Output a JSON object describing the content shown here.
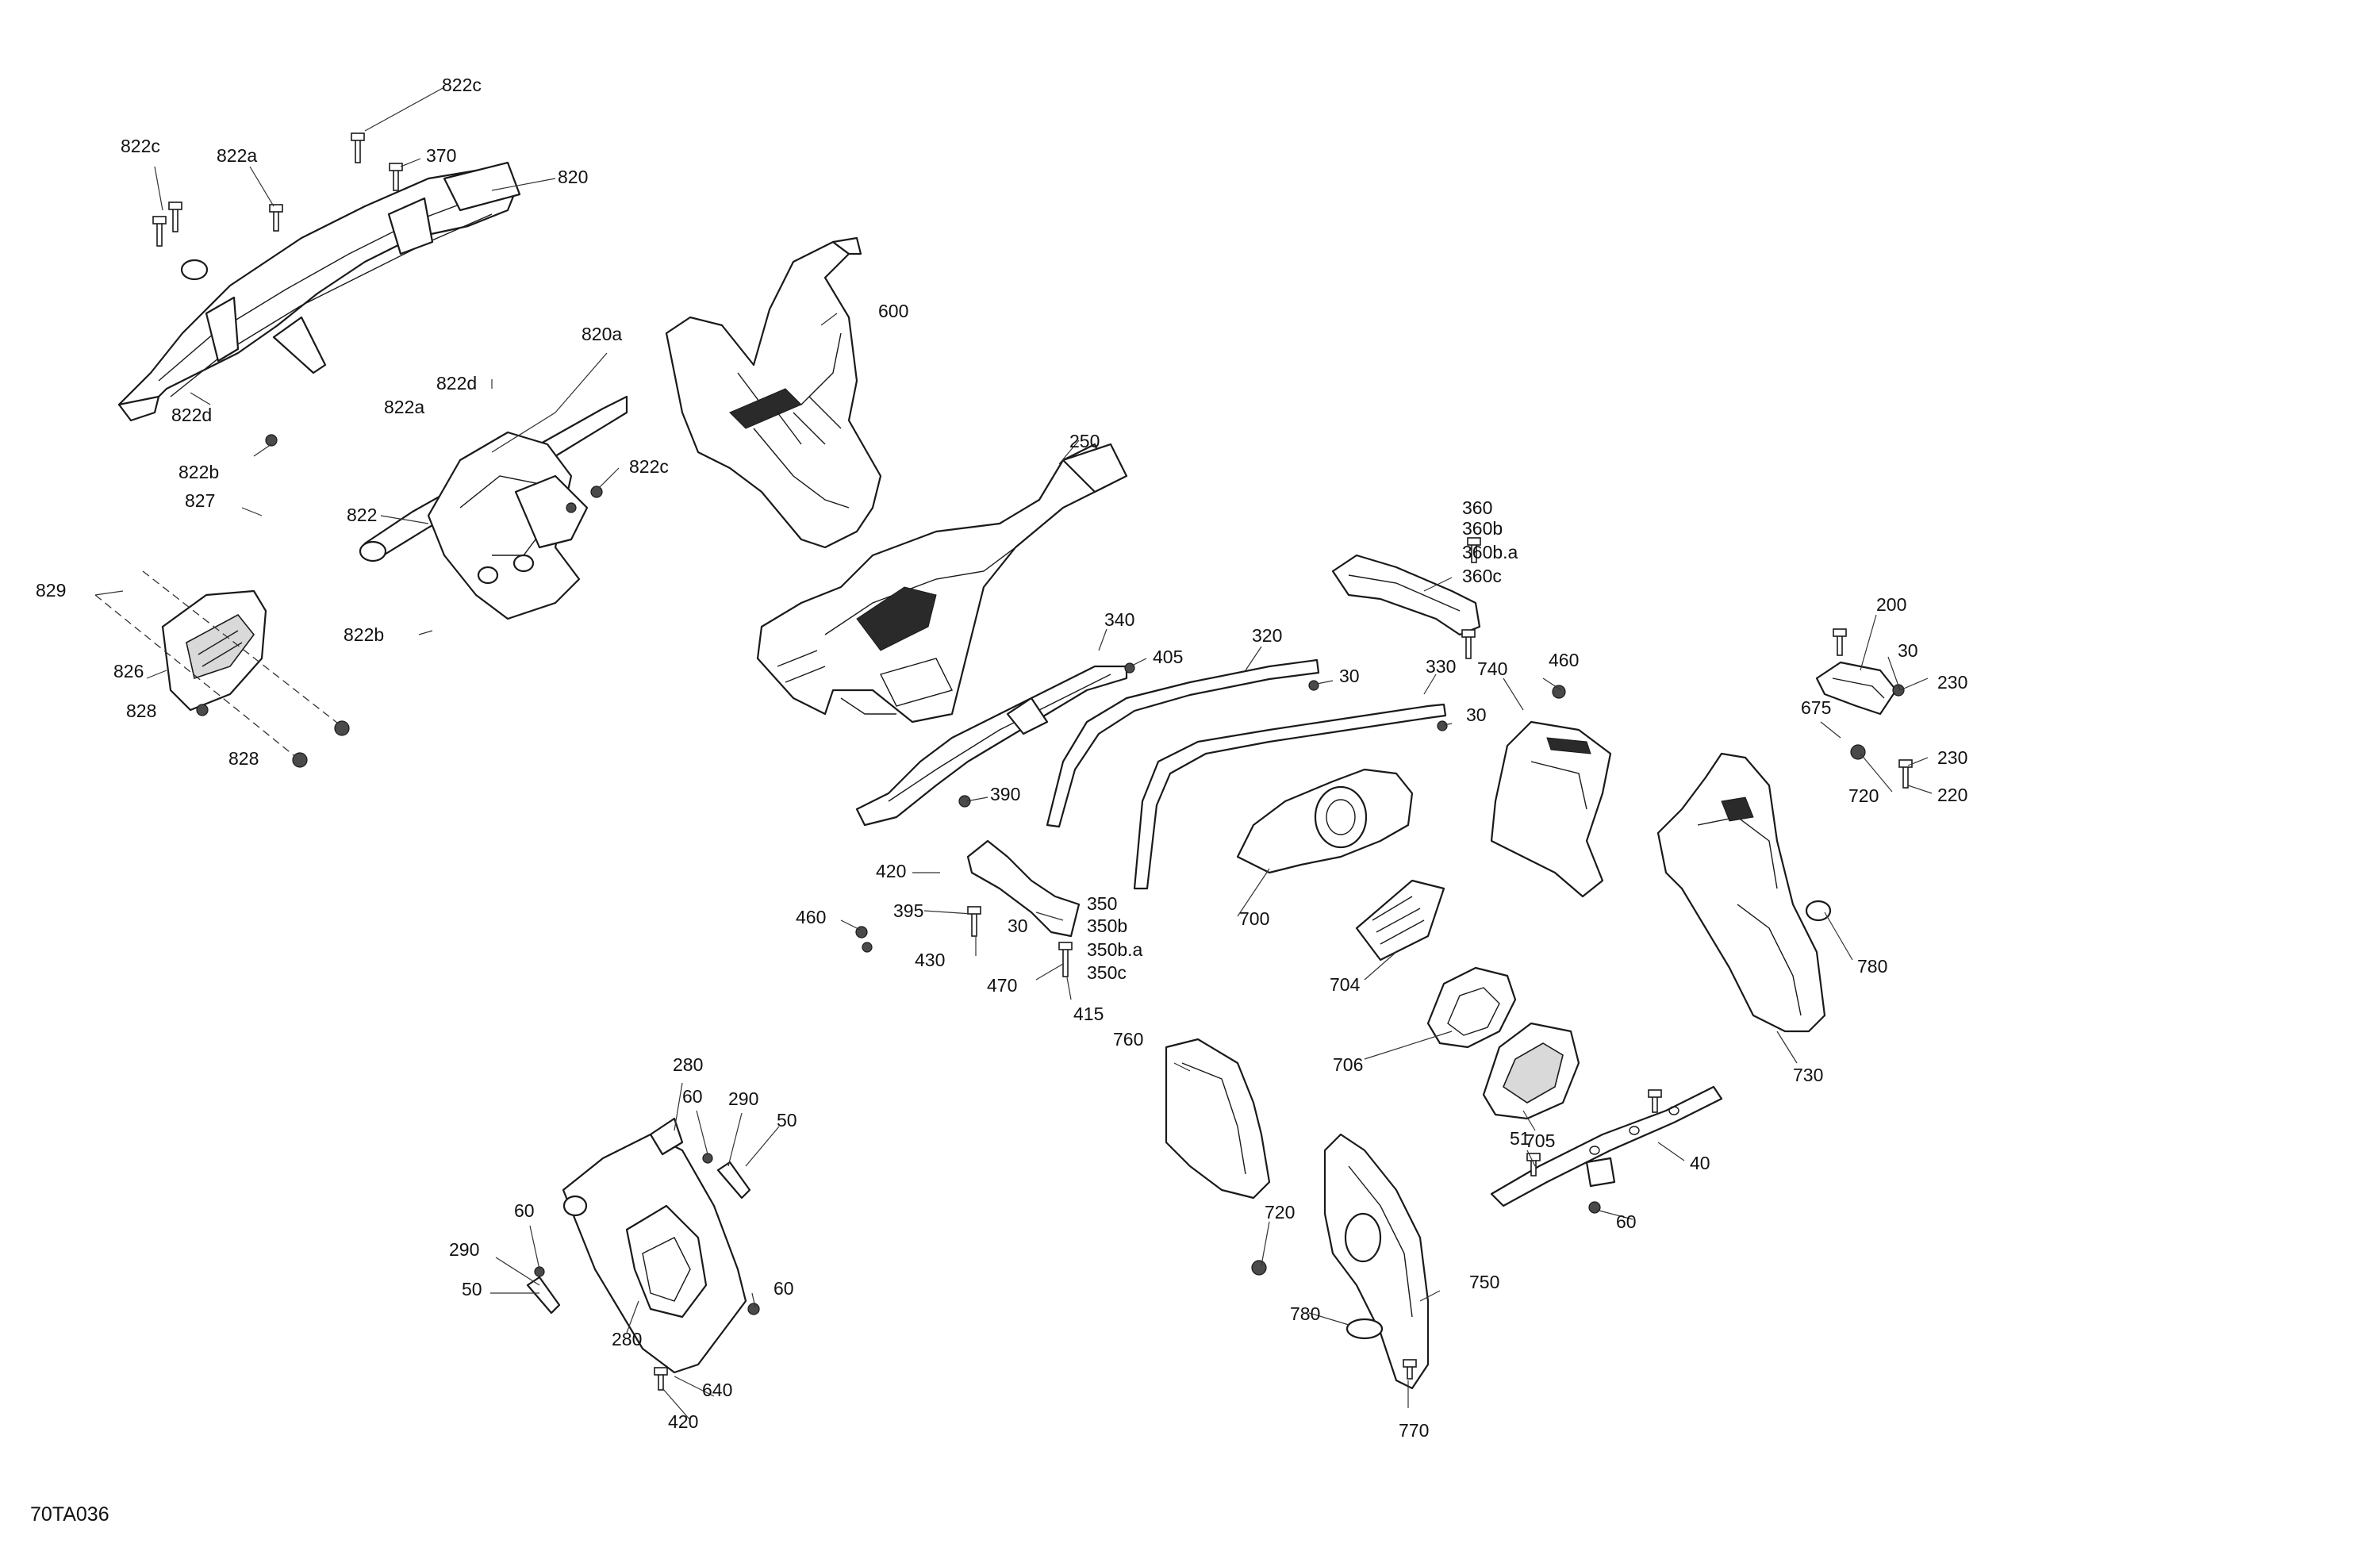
{
  "drawing_ref": "70TA036",
  "labels": {
    "l_822c_top": "822c",
    "l_822c_left": "822c",
    "l_822a_top": "822a",
    "l_370": "370",
    "l_820": "820",
    "l_822d_left": "822d",
    "l_822b_top": "822b",
    "l_820a": "820a",
    "l_822d_mid": "822d",
    "l_822a_mid": "822a",
    "l_822c_mid": "822c",
    "l_822": "822",
    "l_822b_mid": "822b",
    "l_827": "827",
    "l_829": "829",
    "l_826": "826",
    "l_828_a": "828",
    "l_828_b": "828",
    "l_600": "600",
    "l_250": "250",
    "l_340": "340",
    "l_405": "405",
    "l_320": "320",
    "l_30_a": "30",
    "l_330": "330",
    "l_30_b": "30",
    "l_360": "360",
    "l_360b": "360b",
    "l_360ba": "360b.a",
    "l_360c": "360c",
    "l_740": "740",
    "l_460_a": "460",
    "l_200": "200",
    "l_30_c": "30",
    "l_230_a": "230",
    "l_675": "675",
    "l_230_b": "230",
    "l_720_a": "720",
    "l_220": "220",
    "l_390": "390",
    "l_420_a": "420",
    "l_395": "395",
    "l_30_d": "30",
    "l_460_b": "460",
    "l_430": "430",
    "l_350": "350",
    "l_350b": "350b",
    "l_350ba": "350b.a",
    "l_350c": "350c",
    "l_470": "470",
    "l_415": "415",
    "l_700": "700",
    "l_704": "704",
    "l_706": "706",
    "l_705": "705",
    "l_780_a": "780",
    "l_730": "730",
    "l_760": "760",
    "l_720_b": "720",
    "l_780_b": "780",
    "l_750": "750",
    "l_770": "770",
    "l_51": "51",
    "l_40": "40",
    "l_60_a": "60",
    "l_280_a": "280",
    "l_60_b": "60",
    "l_290_a": "290",
    "l_50_a": "50",
    "l_60_c": "60",
    "l_290_b": "290",
    "l_50_b": "50",
    "l_60_d": "60",
    "l_280_b": "280",
    "l_640": "640",
    "l_420_b": "420"
  }
}
